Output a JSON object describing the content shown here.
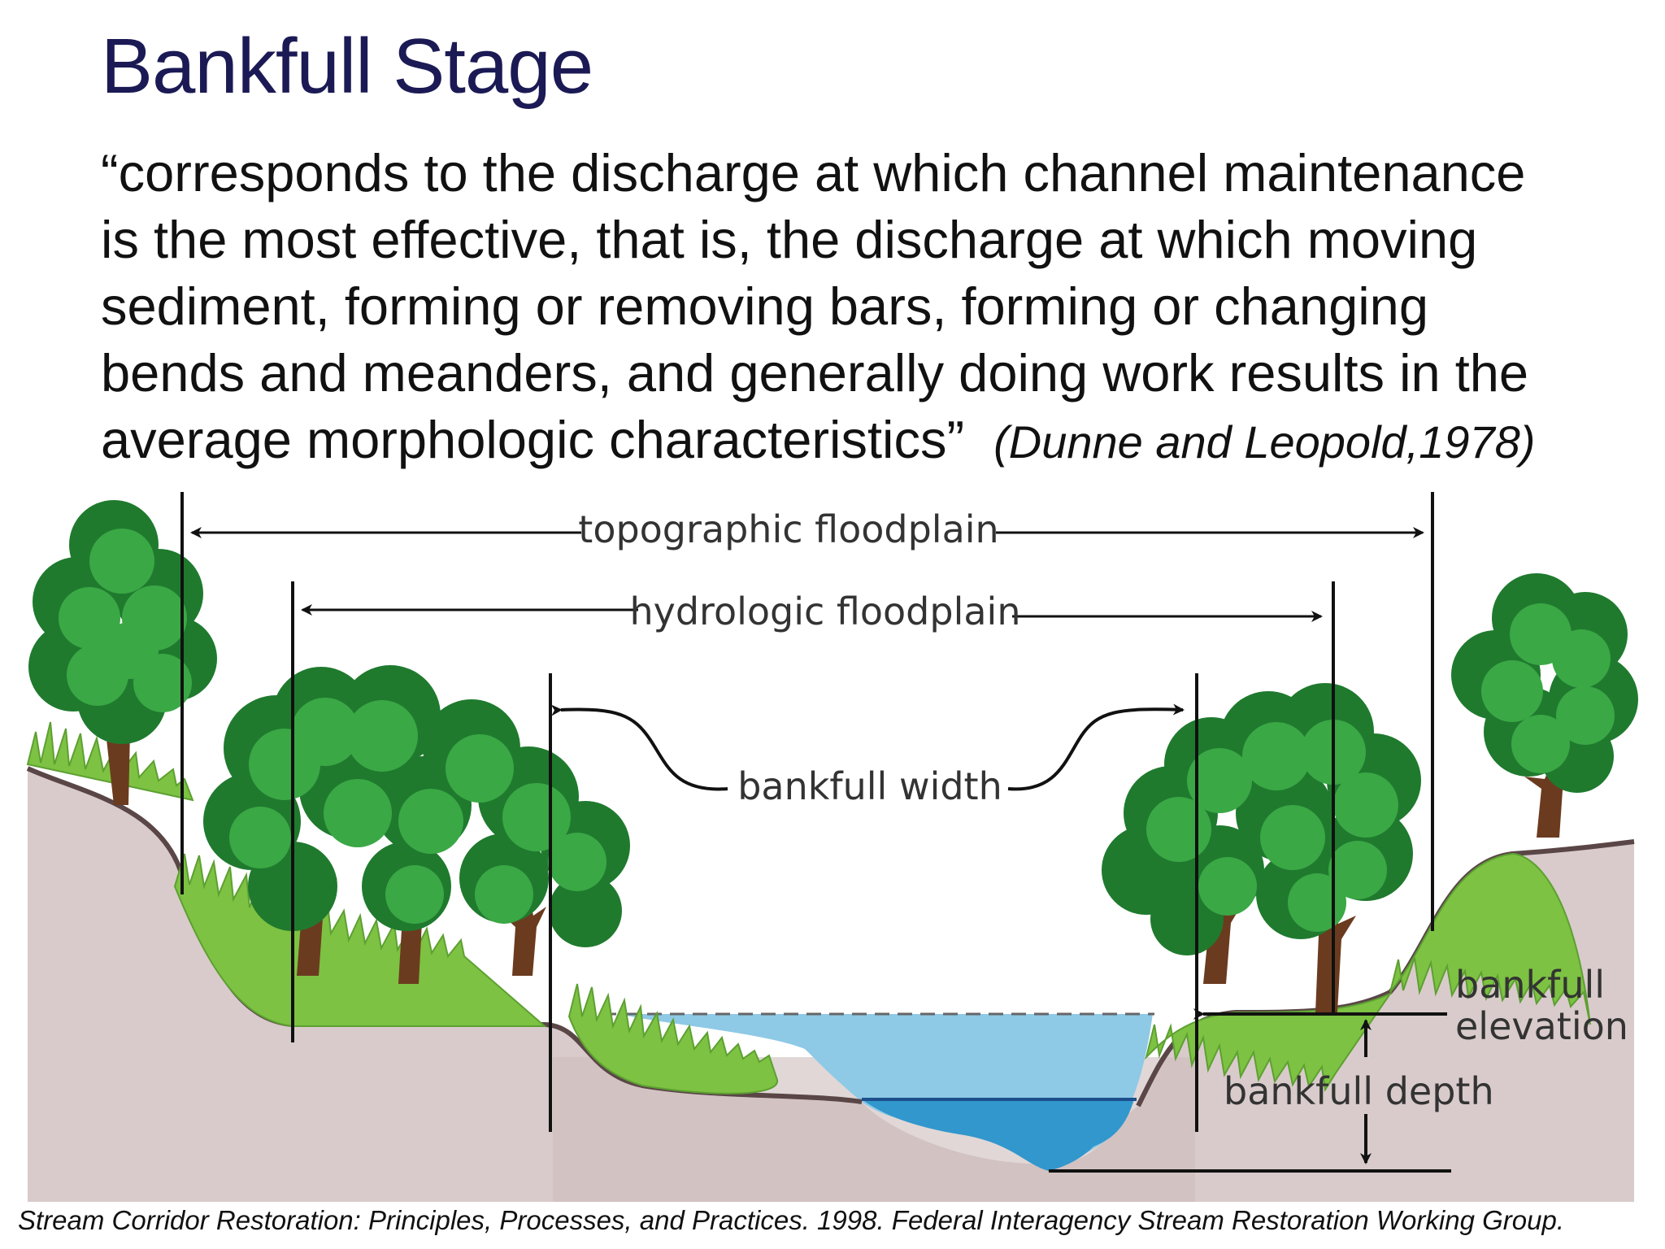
{
  "slide": {
    "title": "Bankfull Stage",
    "quote_lines": [
      "“corresponds to the discharge at which channel maintenance",
      "is the most effective, that is, the discharge at which moving",
      "sediment, forming or removing bars, forming or changing",
      "bends and meanders, and generally doing work results in the",
      "average morphologic characteristics”"
    ],
    "citation": "(Dunne and Leopold,1978)",
    "footer": "Stream Corridor Restoration: Principles, Processes, and Practices. 1998. Federal Interagency Stream Restoration Working Group."
  },
  "diagram": {
    "labels": {
      "topographic": "topographic floodplain",
      "hydrologic": "hydrologic floodplain",
      "bankfull_width": "bankfull width",
      "bankfull_elevation_1": "bankfull",
      "bankfull_elevation_2": "elevation",
      "bankfull_depth": "bankfull depth"
    },
    "colors": {
      "title": "#1b1a55",
      "ground": "#d9cbcb",
      "water_light": "#8ec9e6",
      "water_dark": "#3197cd",
      "grass": "#7dc242",
      "tree_dark": "#1f7a2e",
      "tree_light": "#3aa845",
      "trunk": "#6b3b1f"
    }
  }
}
